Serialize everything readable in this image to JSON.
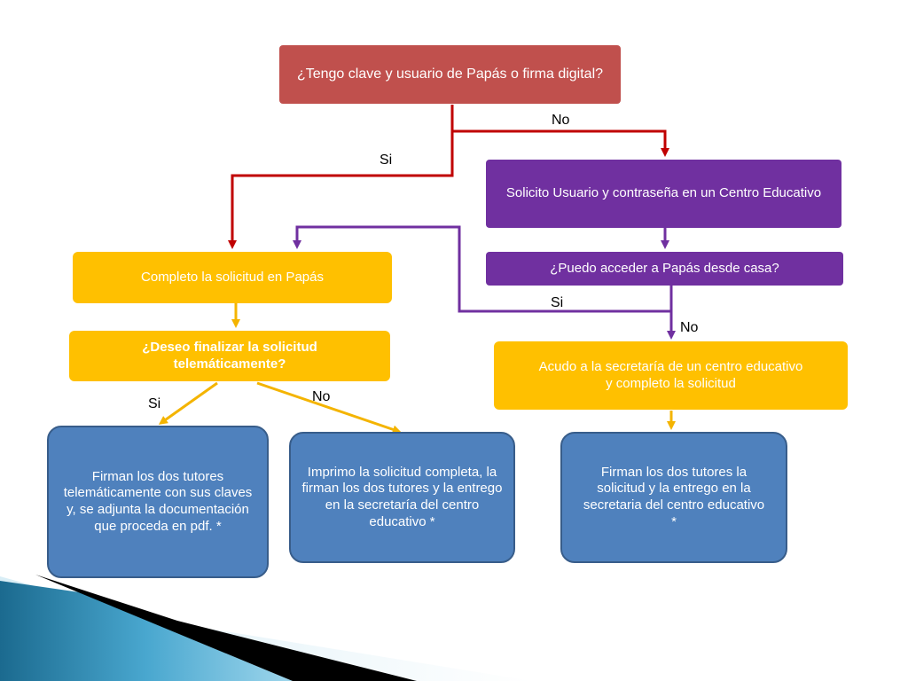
{
  "nodes": {
    "question_credentials": "¿Tengo clave y usuario de Papás o firma digital?",
    "request_credentials": "Solicito Usuario y contraseña en un Centro Educativo",
    "question_access_home": "¿Puedo acceder a Papás desde casa?",
    "complete_online": "Completo la solicitud en Papás",
    "question_finish_online": "¿Deseo finalizar la solicitud telemáticamente?",
    "go_to_secretary": "Acudo a la secretaría de un  centro educativo y completo la solicitud",
    "sign_online": "Firman los dos tutores telemáticamente con sus claves y, se adjunta la documentación que proceda en pdf. *",
    "print_and_deliver": "Imprimo  la solicitud completa,  la firman los dos tutores y  la entrego  en la secretaría del centro educativo  *",
    "sign_at_secretary": "Firman los dos tutores  la solicitud  y  la entrego  en la secretaria del centro educativo  *"
  },
  "edge_labels": {
    "credentials_no": "No",
    "credentials_yes": "Si",
    "access_yes": "Si",
    "access_no": "No",
    "finish_yes": "Si",
    "finish_no": "No"
  },
  "colors": {
    "question_red": "#c0504d",
    "purple": "#7030a0",
    "yellow": "#ffc000",
    "blue": "#4f81bd",
    "arrow_red": "#c00000",
    "arrow_purple": "#7030a0",
    "arrow_yellow": "#f4b400"
  }
}
